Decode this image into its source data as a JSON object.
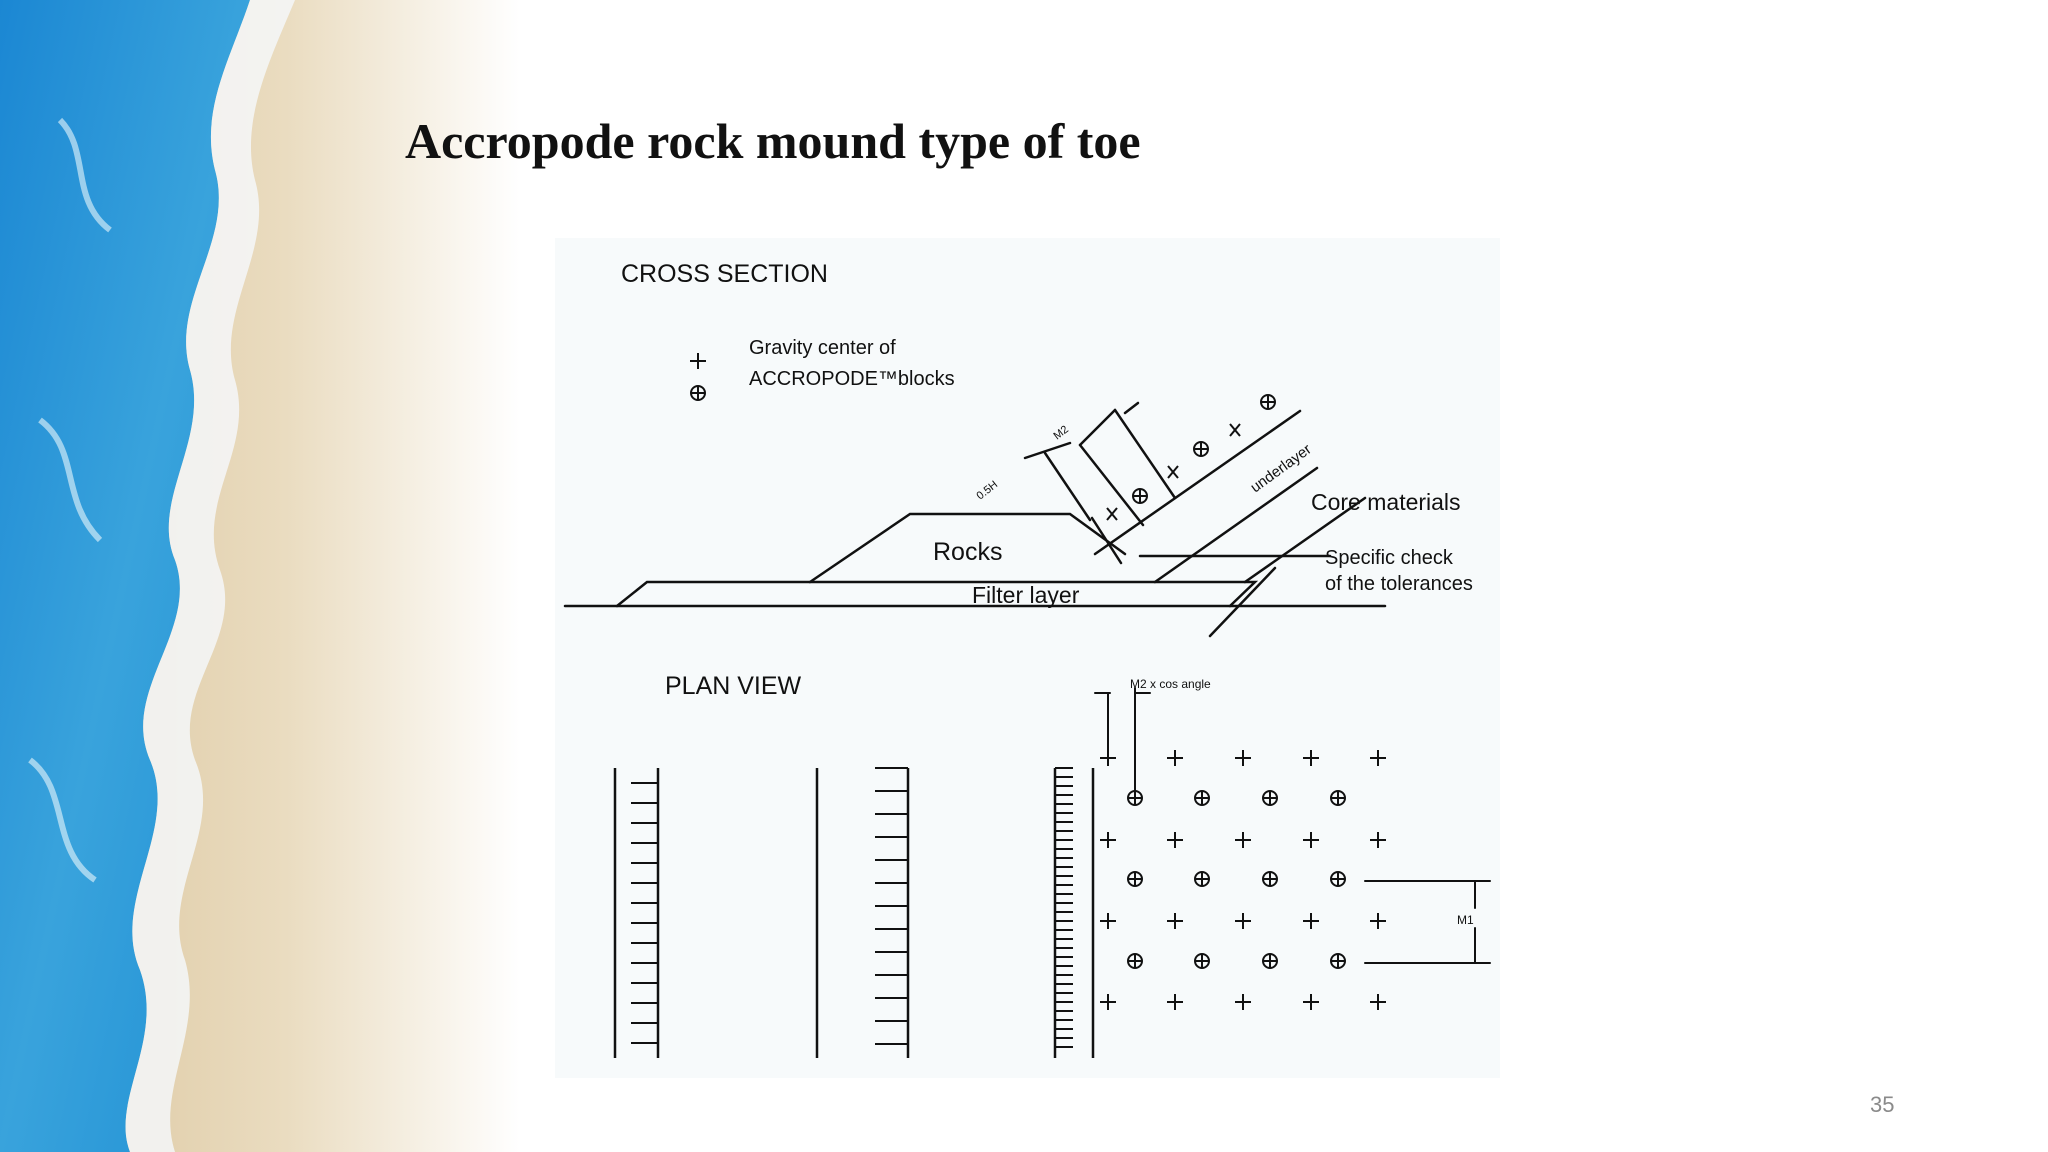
{
  "slide": {
    "title": "Accropode rock mound type of toe",
    "page_number": "35"
  },
  "diagram": {
    "cross_section": {
      "heading": "CROSS SECTION",
      "legend_line1": "Gravity center of",
      "legend_line2": "ACCROPODE™blocks",
      "dim_05h": "0.5H",
      "dim_m2": "M2",
      "underlayer": "underlayer",
      "core": "Core materials",
      "rocks": "Rocks",
      "filter": "Filter layer",
      "check_line1": "Specific check",
      "check_line2": "of the tolerances"
    },
    "plan_view": {
      "heading": "PLAN VIEW",
      "dim_m2cos": "M2 x cos angle",
      "dim_m1": "M1"
    }
  },
  "colors": {
    "ink": "#111111",
    "sea_blue": "#2f8fd0",
    "sand": "#e7d7b8"
  }
}
